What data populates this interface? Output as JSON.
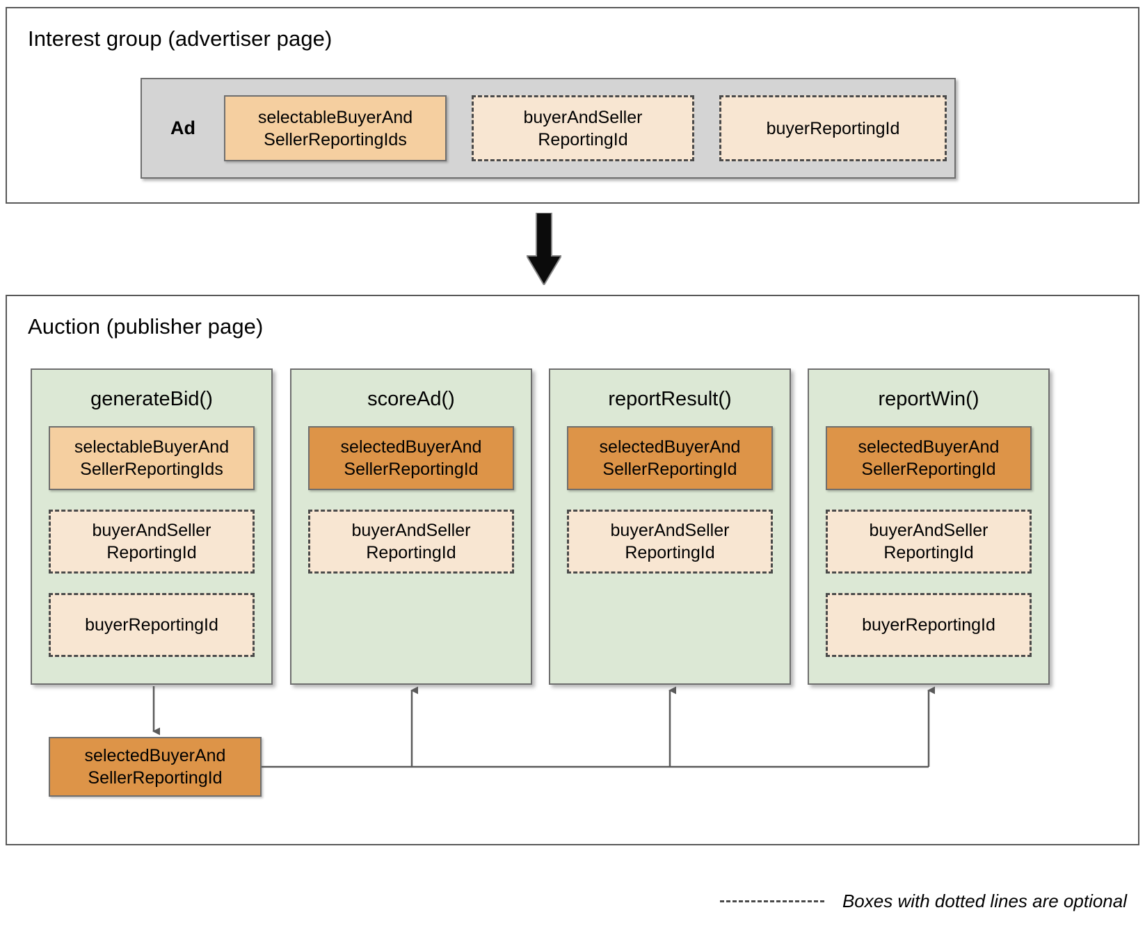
{
  "sections": {
    "interest_group": {
      "title": "Interest group (advertiser page)",
      "ad_label": "Ad",
      "fields": [
        {
          "name": "selectableBuyerAndSellerReportingIds",
          "label": "selectableBuyerAnd SellerReportingIds",
          "line1": "selectableBuyerAnd",
          "line2": "SellerReportingIds",
          "style": "solid-light"
        },
        {
          "name": "buyerAndSellerReportingId",
          "label": "buyerAndSeller ReportingId",
          "line1": "buyerAndSeller",
          "line2": "ReportingId",
          "style": "dashed"
        },
        {
          "name": "buyerReportingId",
          "label": "buyerReportingId",
          "line1": "buyerReportingId",
          "line2": "",
          "style": "dashed"
        }
      ]
    },
    "auction": {
      "title": "Auction (publisher page)",
      "columns": [
        {
          "title": "generateBid()",
          "fields": [
            {
              "line1": "selectableBuyerAnd",
              "line2": "SellerReportingIds",
              "style": "solid-light"
            },
            {
              "line1": "buyerAndSeller",
              "line2": "ReportingId",
              "style": "dashed"
            },
            {
              "line1": "buyerReportingId",
              "line2": "",
              "style": "dashed"
            }
          ]
        },
        {
          "title": "scoreAd()",
          "fields": [
            {
              "line1": "selectedBuyerAnd",
              "line2": "SellerReportingId",
              "style": "solid-dark"
            },
            {
              "line1": "buyerAndSeller",
              "line2": "ReportingId",
              "style": "dashed"
            }
          ]
        },
        {
          "title": "reportResult()",
          "fields": [
            {
              "line1": "selectedBuyerAnd",
              "line2": "SellerReportingId",
              "style": "solid-dark"
            },
            {
              "line1": "buyerAndSeller",
              "line2": "ReportingId",
              "style": "dashed"
            }
          ]
        },
        {
          "title": "reportWin()",
          "fields": [
            {
              "line1": "selectedBuyerAnd",
              "line2": "SellerReportingId",
              "style": "solid-dark"
            },
            {
              "line1": "buyerAndSeller",
              "line2": "ReportingId",
              "style": "dashed"
            },
            {
              "line1": "buyerReportingId",
              "line2": "",
              "style": "dashed"
            }
          ]
        }
      ],
      "result_box": {
        "line1": "selectedBuyerAnd",
        "line2": "SellerReportingId"
      }
    }
  },
  "legend": {
    "text": "Boxes with dotted lines are optional"
  },
  "colors": {
    "panel_border": "#585858",
    "ad_container_bg": "#d4d4d4",
    "box_border": "#6e6e6e",
    "light_orange": "#f5cfa0",
    "dark_orange": "#dd9448",
    "pale_peach": "#f8e6d2",
    "green": "#dce8d5",
    "dashed_border": "#4a4a4a",
    "arrow": "#000000",
    "connector": "#5a5a5a"
  }
}
